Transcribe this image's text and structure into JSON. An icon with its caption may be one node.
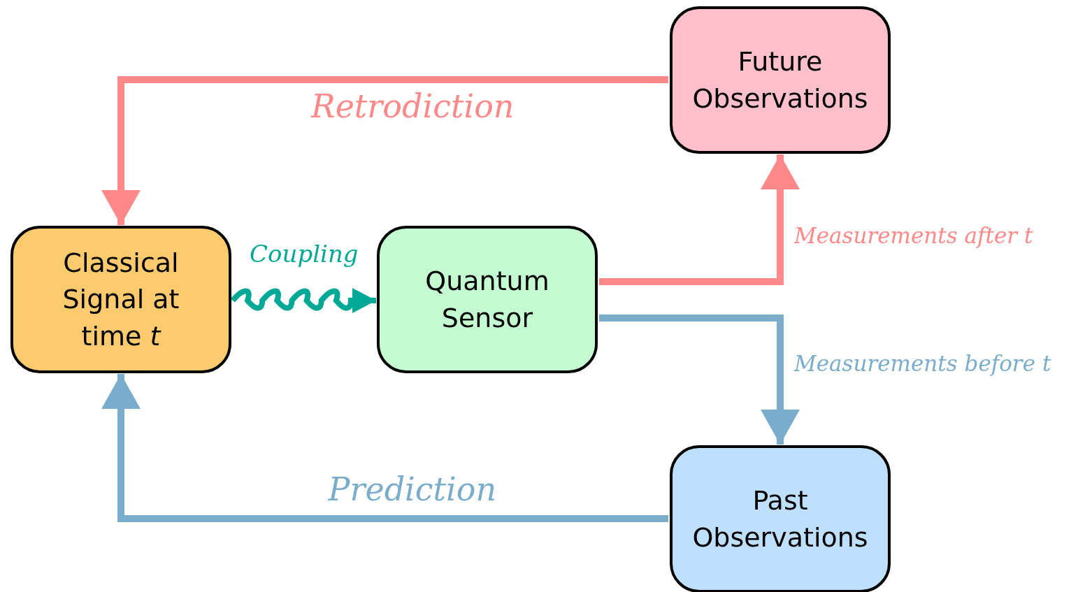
{
  "diagram": {
    "nodes": [
      {
        "text": [
          "Classical Signal at time *t*"
        ]
      },
      {
        "text": [
          "Quantum Sensor"
        ]
      },
      {
        "text": [
          "Future Observations"
        ]
      },
      {
        "text": [
          "Past Observations"
        ]
      }
    ],
    "edges": [
      {
        "from": 0,
        "to": 1,
        "arrow": "to",
        "label": "Coupling",
        "color": "#00a995"
      },
      {
        "from": 1,
        "to": 2,
        "arrow": "to",
        "label": "Measurements after *t*",
        "color": "#ff8888"
      },
      {
        "from": 1,
        "to": 3,
        "arrow": "to",
        "label": "Measurements before *t*",
        "color": "#7aadcc"
      },
      {
        "from": 2,
        "to": 0,
        "arrow": "to",
        "label": "Retrodiction",
        "color": "#ff8888"
      },
      {
        "from": 3,
        "to": 0,
        "arrow": "to",
        "label": "Prediction",
        "color": "#7aadcc"
      }
    ]
  }
}
